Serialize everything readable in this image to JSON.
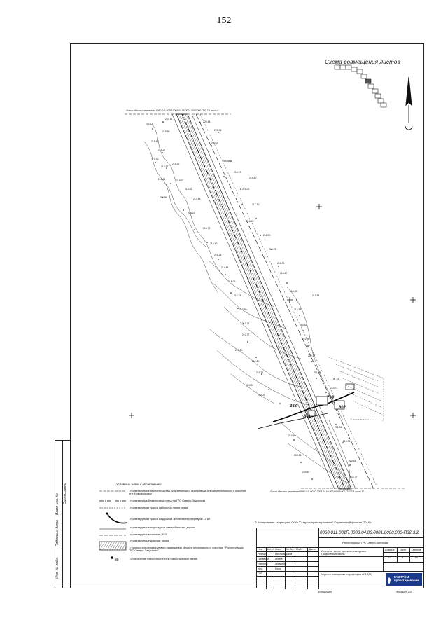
{
  "page_number": "152",
  "scheme_title": "Схема совмещения листов",
  "sheet_tiles": [
    "1",
    "2",
    "3",
    "4",
    "5",
    "6",
    "7",
    "8",
    "9",
    "10",
    "11"
  ],
  "match_line_top": "Линия сдвига с чертежом 0060.011.001П.0003.04.06.0001.0000.000-П32.3.1 лист 8",
  "match_line_bottom": "Линия сдвига с чертежом 0060.011.001П.0003.04.06.0001.0000.000-П32.3.3 лист 10",
  "elevations": [
    "220.11",
    "219.84",
    "220.44",
    "219.59",
    "220.06",
    "219.43",
    "219.27",
    "220.01",
    "219.99",
    "219.57",
    "219.38",
    "219.22",
    "218.73",
    "218.41",
    "218.97",
    "219.40",
    "218.62",
    "219.02",
    "216.96",
    "217.88",
    "217.10",
    "216.22",
    "216.43",
    "216.79",
    "216.09",
    "216.40",
    "215.73",
    "215.28",
    "215.90",
    "214.89",
    "214.67",
    "215.05",
    "214.26",
    "214.74",
    "213.84",
    "213.80",
    "214.58",
    "213.21",
    "213.62",
    "213.77",
    "212.98",
    "212.39",
    "212.80",
    "212.17",
    "211.79",
    "211.45",
    "210.91",
    "210.72",
    "210.01",
    "211.28",
    "210.66",
    "210.36",
    "209.84",
    "210.44",
    "209.44",
    "209.27"
  ],
  "labels_on_plan": [
    "ПК 16",
    "388",
    "799",
    "802",
    "801"
  ],
  "legend": {
    "title": "Условные знаки и обозначения:",
    "items": [
      "- проектируемые переустройства существующего газопровода-отвода регионального значения от г. Новомосковск",
      "- проектируемый газопровод отвод на ГРС Северо-Задонская",
      "- проектируемая трасса кабельной линии связи",
      "- проектируемая трасса воздушной линии электропередачи 10 кВ",
      "- проектируемые подъездные автомобильные дороги",
      "- проектируемые сигналы ЭХЗ",
      "- проектируемые красные линии",
      "- границы зоны планируемого размещения объекта регионального значения \"Реконструкция ГРС Северо-Задонская\"",
      "- обозначение поворотных точек границ красных линий"
    ],
    "point_number": "38"
  },
  "copyright": "© Копирование запрещено. ООО \"Газпром проектирование\" Саратовский филиал, 2016 г.",
  "stamp": {
    "code": "0060.011.001П.0003.04.06.0001.0000.000-П32.3.2",
    "project": "Реконструкция ГРС Северо-Задонская",
    "header_cells": [
      "Изм.",
      "Кол.уч",
      "Лист",
      "№ док.",
      "Подп.",
      "Дата"
    ],
    "roles": [
      "Разраб.",
      "Проверил",
      "Н.контр.",
      "Утв.",
      "ГИП"
    ],
    "names": [
      "Мостовщиков",
      "Попов",
      "Полякова",
      "Ежов"
    ],
    "section": "Основная часть проекта планировки. Графическая часть.",
    "drawing": "Чертеж планировки территории М 1:2000",
    "stage_labels": [
      "Стадия",
      "Лист",
      "Листов"
    ],
    "stage_values": [
      "П",
      "9",
      "21"
    ],
    "company": "ГАЗПРОМ проектирование",
    "copied": "Копировал",
    "format": "Формат A3"
  },
  "left_strip": [
    "Согласовано",
    "Взам. инв. №",
    "Подпись и дата",
    "Инв. № подл."
  ]
}
